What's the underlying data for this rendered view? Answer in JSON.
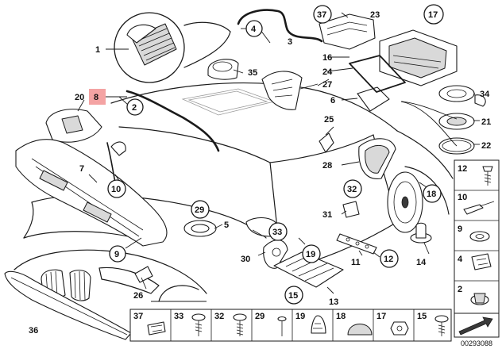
{
  "parts": {
    "p1": "1",
    "p2": "2",
    "p3": "3",
    "p4": "4",
    "p5": "5",
    "p6": "6",
    "p7": "7",
    "p8": "8",
    "p9": "9",
    "p10": "10",
    "p11": "11",
    "p12": "12",
    "p13": "13",
    "p14": "14",
    "p15": "15",
    "p16": "16",
    "p17": "17",
    "p18": "18",
    "p19": "19",
    "p20": "20",
    "p21": "21",
    "p22": "22",
    "p23": "23",
    "p24": "24",
    "p25": "25",
    "p26": "26",
    "p27": "27",
    "p28": "28",
    "p29": "29",
    "p30": "30",
    "p31": "31",
    "p32": "32",
    "p33": "33",
    "p34": "34",
    "p35": "35",
    "p36": "36",
    "p37": "37"
  },
  "side_legend": [
    "12",
    "10",
    "9",
    "4",
    "2"
  ],
  "bottom_legend": [
    "37",
    "33",
    "32",
    "29",
    "19",
    "18",
    "17",
    "15"
  ],
  "reference_number": "00293088",
  "highlight_color": "#f4a3a3"
}
